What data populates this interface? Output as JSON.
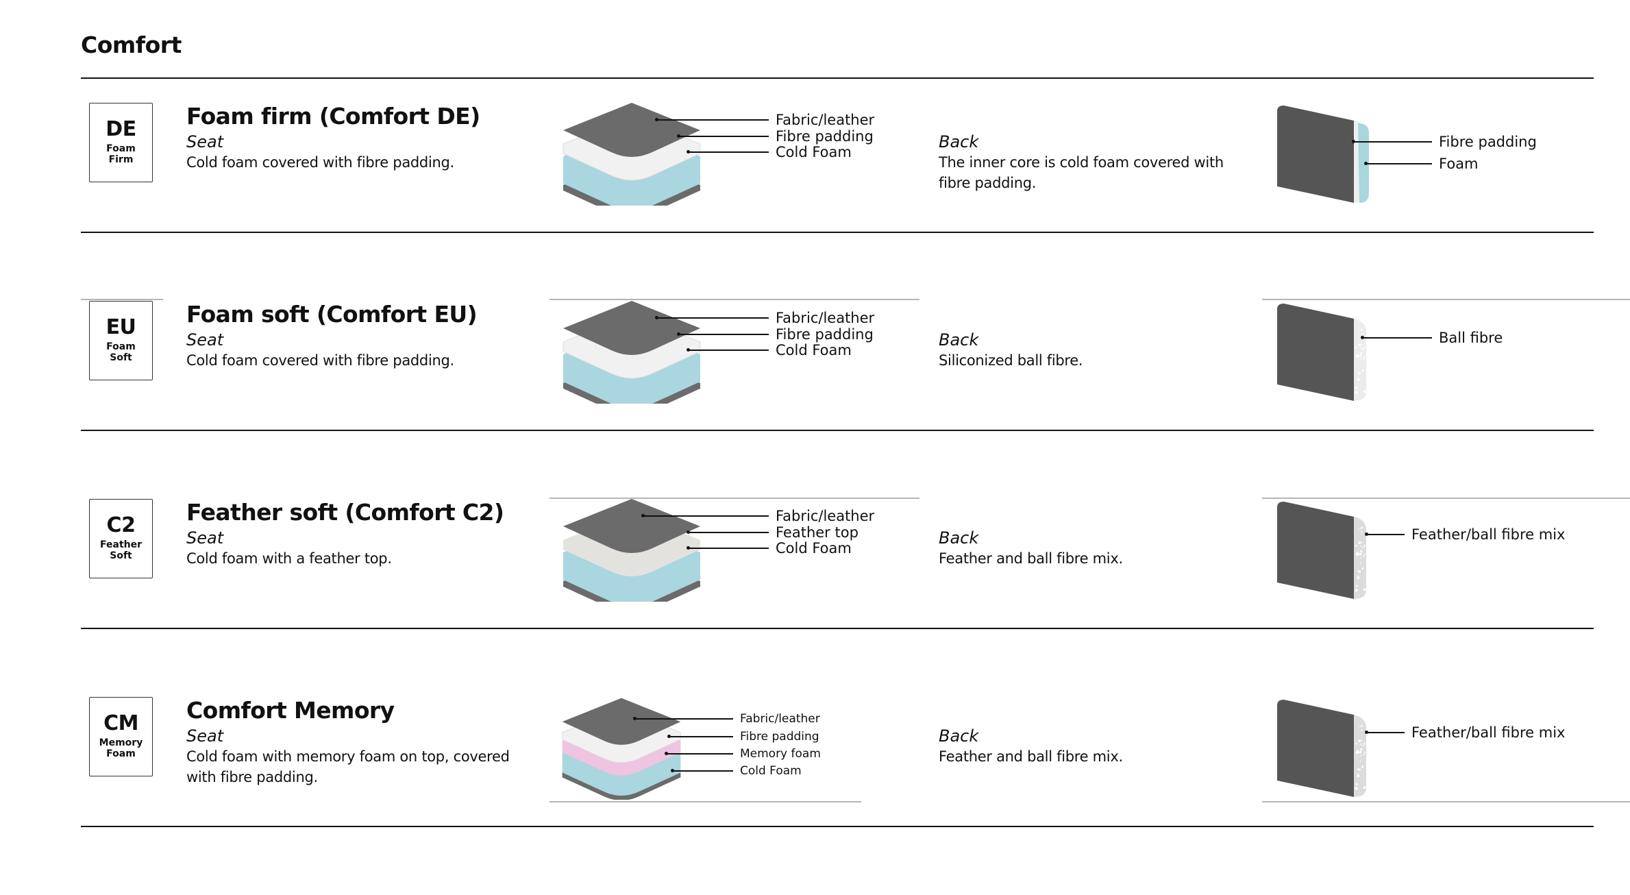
{
  "page": {
    "title": "Comfort"
  },
  "colors": {
    "fabric": "#6b6b6b",
    "fibre": "#f1f1f1",
    "cold_foam": "#a9d6df",
    "memory_foam": "#efc4e0",
    "feather": "#e4e2df",
    "back_body": "#555555",
    "ball_fibre": "#dcdcdc"
  },
  "rows": [
    {
      "badge": {
        "code": "DE",
        "line1": "Foam",
        "line2": "Firm"
      },
      "name": "Foam firm (Comfort DE)",
      "seat_label": "Seat",
      "seat_desc": "Cold foam covered with fibre padding.",
      "seat_layers": [
        "Fabric/leather",
        "Fibre padding",
        "Cold Foam"
      ],
      "back_label": "Back",
      "back_desc": "The inner core is cold foam covered with fibre padding.",
      "back_layers": [
        "Fibre padding",
        "Foam"
      ]
    },
    {
      "badge": {
        "code": "EU",
        "line1": "Foam",
        "line2": "Soft"
      },
      "name": "Foam soft (Comfort EU)",
      "seat_label": "Seat",
      "seat_desc": "Cold foam covered with fibre padding.",
      "seat_layers": [
        "Fabric/leather",
        "Fibre padding",
        "Cold Foam"
      ],
      "back_label": "Back",
      "back_desc": "Siliconized ball fibre.",
      "back_layers": [
        "Ball fibre"
      ]
    },
    {
      "badge": {
        "code": "C2",
        "line1": "Feather",
        "line2": "Soft"
      },
      "name": "Feather soft (Comfort C2)",
      "seat_label": "Seat",
      "seat_desc": "Cold foam with a feather top.",
      "seat_layers": [
        "Fabric/leather",
        "Feather top",
        "Cold Foam"
      ],
      "back_label": "Back",
      "back_desc": "Feather and ball fibre mix.",
      "back_layers": [
        "Feather/ball fibre mix"
      ]
    },
    {
      "badge": {
        "code": "CM",
        "line1": "Memory",
        "line2": "Foam"
      },
      "name": "Comfort Memory",
      "seat_label": "Seat",
      "seat_desc": "Cold foam with memory foam on top, covered with fibre padding.",
      "seat_layers": [
        "Fabric/leather",
        "Fibre padding",
        "Memory foam",
        "Cold Foam"
      ],
      "back_label": "Back",
      "back_desc": "Feather and ball fibre mix.",
      "back_layers": [
        "Feather/ball fibre mix"
      ]
    }
  ]
}
